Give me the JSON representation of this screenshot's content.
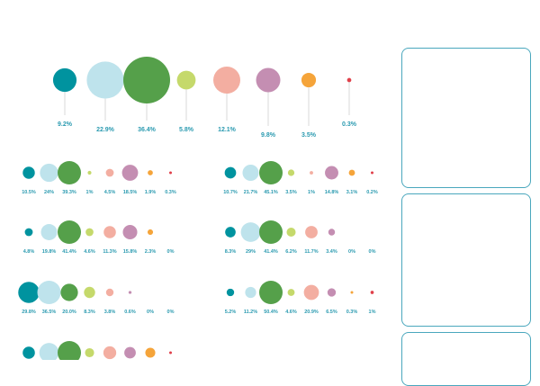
{
  "colors": [
    "#00939f",
    "#bee3ec",
    "#55a04a",
    "#c5d96b",
    "#f3aea1",
    "#c48eb2",
    "#f5a43a",
    "#e0404a"
  ],
  "big_group": {
    "values": [
      "9.2%",
      "22.9%",
      "36.4%",
      "5.8%",
      "12.1%",
      "9.8%",
      "3.5%",
      "0.3%"
    ],
    "fractions": [
      0.092,
      0.229,
      0.364,
      0.058,
      0.121,
      0.098,
      0.035,
      0.003
    ]
  },
  "small_groups": [
    {
      "values": [
        "10.5%",
        "24%",
        "39.3%",
        "1%",
        "4.5%",
        "18.5%",
        "1.9%",
        "0.3%"
      ],
      "fractions": [
        0.105,
        0.24,
        0.393,
        0.01,
        0.045,
        0.185,
        0.019,
        0.003
      ]
    },
    {
      "values": [
        "10.7%",
        "21.7%",
        "45.1%",
        "3.5%",
        "1%",
        "14.8%",
        "3.1%",
        "0.2%"
      ],
      "fractions": [
        0.107,
        0.217,
        0.451,
        0.035,
        0.01,
        0.148,
        0.031,
        0.002
      ]
    },
    {
      "values": [
        "4.8%",
        "19.8%",
        "41.4%",
        "4.6%",
        "11.3%",
        "15.8%",
        "2.3%",
        "0%"
      ],
      "fractions": [
        0.048,
        0.198,
        0.414,
        0.046,
        0.113,
        0.158,
        0.023,
        0
      ]
    },
    {
      "values": [
        "8.3%",
        "29%",
        "41.4%",
        "6.2%",
        "11.7%",
        "3.4%",
        "0%",
        "0%"
      ],
      "fractions": [
        0.083,
        0.29,
        0.414,
        0.062,
        0.117,
        0.034,
        0,
        0
      ]
    },
    {
      "values": [
        "29.8%",
        "36.5%",
        "20.0%",
        "8.3%",
        "3.8%",
        "0.6%",
        "0%",
        "0%"
      ],
      "fractions": [
        0.298,
        0.365,
        0.2,
        0.083,
        0.038,
        0.006,
        0,
        0
      ]
    },
    {
      "values": [
        "5.2%",
        "11.2%",
        "50.4%",
        "4.6%",
        "20.9%",
        "6.5%",
        "0.3%",
        "1%"
      ],
      "fractions": [
        0.052,
        0.112,
        0.504,
        0.046,
        0.209,
        0.065,
        0.003,
        0.01
      ]
    },
    {
      "values": [
        "",
        "",
        "",
        "",
        "",
        "",
        "",
        ""
      ],
      "fractions": [
        0.09,
        0.23,
        0.33,
        0.05,
        0.1,
        0.08,
        0.06,
        0.003
      ]
    }
  ],
  "side_panels": [
    "",
    "",
    ""
  ]
}
